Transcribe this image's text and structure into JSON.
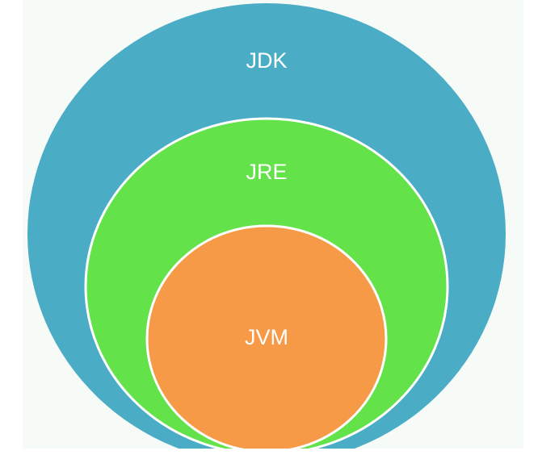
{
  "diagram": {
    "circles": [
      {
        "id": "jdk",
        "label": "JDK",
        "color": "#4BACC6"
      },
      {
        "id": "jre",
        "label": "JRE",
        "color": "#63E24A"
      },
      {
        "id": "jvm",
        "label": "JVM",
        "color": "#F79A47"
      }
    ],
    "background_color": "#F6FBF8",
    "border_color": "#FFFFFF",
    "label_color": "#FFFFFF"
  }
}
